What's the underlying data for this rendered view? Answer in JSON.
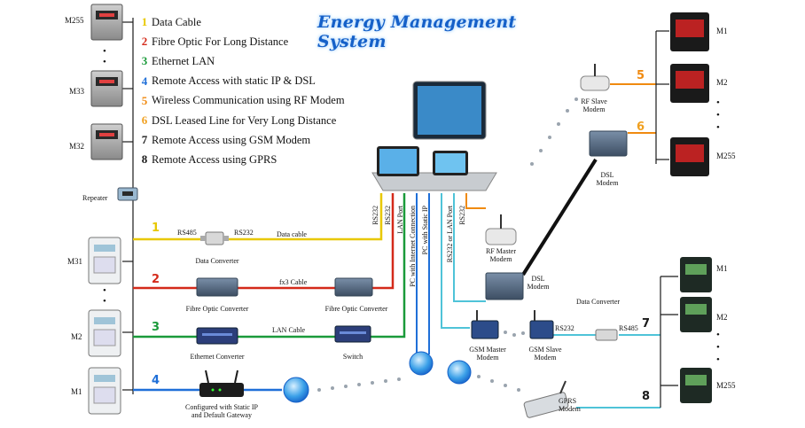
{
  "title": "Energy Management System",
  "legend": [
    {
      "num": "1",
      "text": "Data Cable",
      "color": "#e8c800"
    },
    {
      "num": "2",
      "text": "Fibre Optic For Long Distance",
      "color": "#d42a1a"
    },
    {
      "num": "3",
      "text": "Ethernet LAN",
      "color": "#1a9a3a"
    },
    {
      "num": "4",
      "text": "Remote Access with static IP & DSL",
      "color": "#1f6fd8"
    },
    {
      "num": "5",
      "text": "Wireless Communication using RF Modem",
      "color": "#f08a10"
    },
    {
      "num": "6",
      "text": "DSL Leased Line for Very Long Distance",
      "color": "#f0a020"
    },
    {
      "num": "7",
      "text": "Remote Access using GSM Modem",
      "color": "#1a1a1a"
    },
    {
      "num": "8",
      "text": "Remote Access using GPRS",
      "color": "#1a1a1a"
    }
  ],
  "left_meters": {
    "m255": "M255",
    "m33": "M33",
    "m32": "M32",
    "dots": "•",
    "repeater": "Repeater"
  },
  "bottom_meters": {
    "m31": "M31",
    "m2": "M2",
    "m1": "M1"
  },
  "row1": {
    "badge": "1",
    "rs485": "RS485",
    "rs232": "RS232",
    "cable": "Data cable",
    "device": "Data Converter"
  },
  "row2": {
    "badge": "2",
    "cable": "fx3 Cable",
    "device_a": "Fibre Optic Converter",
    "device_b": "Fibre Optic Converter"
  },
  "row3": {
    "badge": "3",
    "cable": "LAN Cable",
    "device_a": "Ethernet Converter",
    "device_b": "Switch"
  },
  "row4": {
    "badge": "4",
    "device_line1": "Configured with Static IP",
    "device_line2": "and Default Gateway"
  },
  "pc_ports": [
    "RS232",
    "RS232",
    "LAN Port",
    "PC with Internet Connection",
    "PC with Static IP",
    "RS232 or LAN Port",
    "RS232"
  ],
  "rf_master": {
    "line1": "RF Master",
    "line2": "Modem"
  },
  "rf_slave": {
    "line1": "RF Slave",
    "line2": "Modem"
  },
  "dsl_top": {
    "line1": "DSL",
    "line2": "Modem"
  },
  "dsl_mid": {
    "line1": "DSL",
    "line2": "Modem"
  },
  "gsm_master": {
    "line1": "GSM Master",
    "line2": "Modem"
  },
  "gsm_slave": {
    "line1": "GSM Slave",
    "line2": "Modem"
  },
  "gprs": {
    "line1": "GPRS",
    "line2": "Modem"
  },
  "right_top": {
    "badge5": "5",
    "badge6": "6",
    "m1": "M1",
    "m2": "M2",
    "m255": "M255"
  },
  "right_bottom": {
    "badge7": "7",
    "badge8": "8",
    "m1": "M1",
    "m2": "M2",
    "m255": "M255",
    "converter": "Data Converter",
    "rs232": "RS232",
    "rs485": "RS485"
  },
  "colors": {
    "yellow": "#e8c800",
    "red": "#d42a1a",
    "green": "#1a9a3a",
    "blue": "#1f6fd8",
    "orange": "#f08a10",
    "cyan": "#4fc3d8",
    "black": "#1a1a1a"
  }
}
